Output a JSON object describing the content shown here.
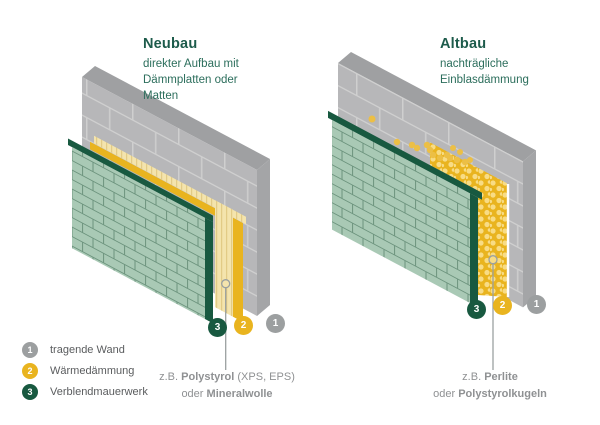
{
  "diagrams": {
    "neubau": {
      "title": "Neubau",
      "subtitle": "direkter Aufbau mit Dämmplatten oder Matten",
      "caption": {
        "zb": "z.B.",
        "material1": "Polystyrol",
        "suffix1": "(XPS, EPS)",
        "oder": "oder",
        "material2": "Mineralwolle"
      },
      "markers": {
        "verblendmauerwerk": "3",
        "waermedaemmung": "2",
        "tragende_wand": "1"
      }
    },
    "altbau": {
      "title": "Altbau",
      "subtitle": "nachträgliche Einblasdämmung",
      "caption": {
        "zb": "z.B.",
        "material1": "Perlite",
        "oder": "oder",
        "material2": "Polystyrolkugeln"
      },
      "markers": {
        "verblendmauerwerk": "3",
        "waermedaemmung": "2",
        "tragende_wand": "1"
      }
    }
  },
  "legend": {
    "items": [
      {
        "number": "1",
        "label": "tragende Wand",
        "color": "#9c9fa0"
      },
      {
        "number": "2",
        "label": "Wärmedämmung",
        "color": "#e9b41f"
      },
      {
        "number": "3",
        "label": "Verblendmauerwerk",
        "color": "#17553c"
      }
    ]
  },
  "colors": {
    "heading_green": "#1d5b4b",
    "subtitle_green": "#2c6e5c",
    "caption_gray": "#8f9193",
    "legend_text": "#5a5c5e",
    "wall_gray": "#b7b7b9",
    "wall_gray_mortar": "#cfcfcf",
    "wall_gray_top": "#9fa0a2",
    "wall_gray_end": "#a4a5a7",
    "brick_green": "#a9c9b5",
    "brick_green_mortar": "#6d947e",
    "dark_green": "#185940",
    "insulation_gold": "#e9b41f",
    "insulation_pale": "#f4e4ad",
    "insulation_hatch": "#ddc47b",
    "pellet_light": "#f8dc85",
    "pellet_loose": "#ecbf45",
    "marker_gray": "#9c9fa0",
    "leader_line": "#9aa0a0"
  }
}
